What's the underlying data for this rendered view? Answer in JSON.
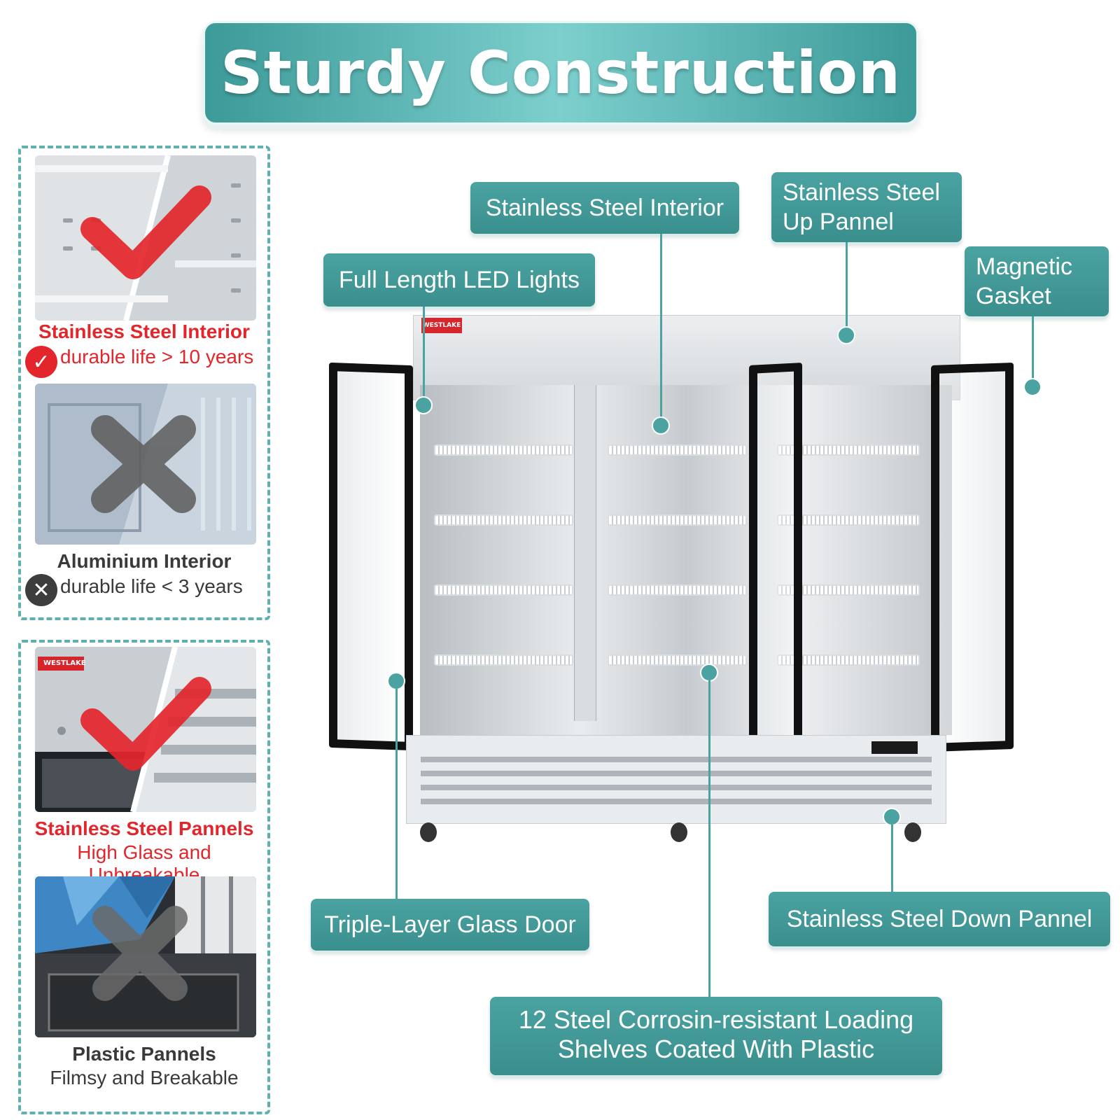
{
  "title": "Sturdy Construction",
  "comparison_top": {
    "good": {
      "title": "Stainless Steel Interior",
      "subtitle": "durable life > 10 years",
      "icon": "check-icon"
    },
    "bad": {
      "title": "Aluminium Interior",
      "subtitle": "durable life < 3 years",
      "icon": "x-icon"
    }
  },
  "comparison_bottom": {
    "good": {
      "title": "Stainless Steel Pannels",
      "subtitle": "High Glass and Unbreakable",
      "icon": "check-icon"
    },
    "bad": {
      "title": "Plastic Pannels",
      "subtitle": "Filmsy and Breakable",
      "icon": "x-icon"
    }
  },
  "brand": "WESTLAKE",
  "callouts": {
    "interior": "Stainless Steel Interior",
    "up_pannel": "Stainless Steel Up Pannel",
    "led": "Full Length LED Lights",
    "gasket": "Magnetic Gasket",
    "glass_door": "Triple-Layer Glass Door",
    "down_pannel": "Stainless Steel Down Pannel",
    "shelves": "12 Steel Corrosin-resistant Loading Shelves Coated With Plastic"
  },
  "colors": {
    "accent": "#4aa3a1",
    "good": "#e3262b",
    "bad": "#555555"
  }
}
